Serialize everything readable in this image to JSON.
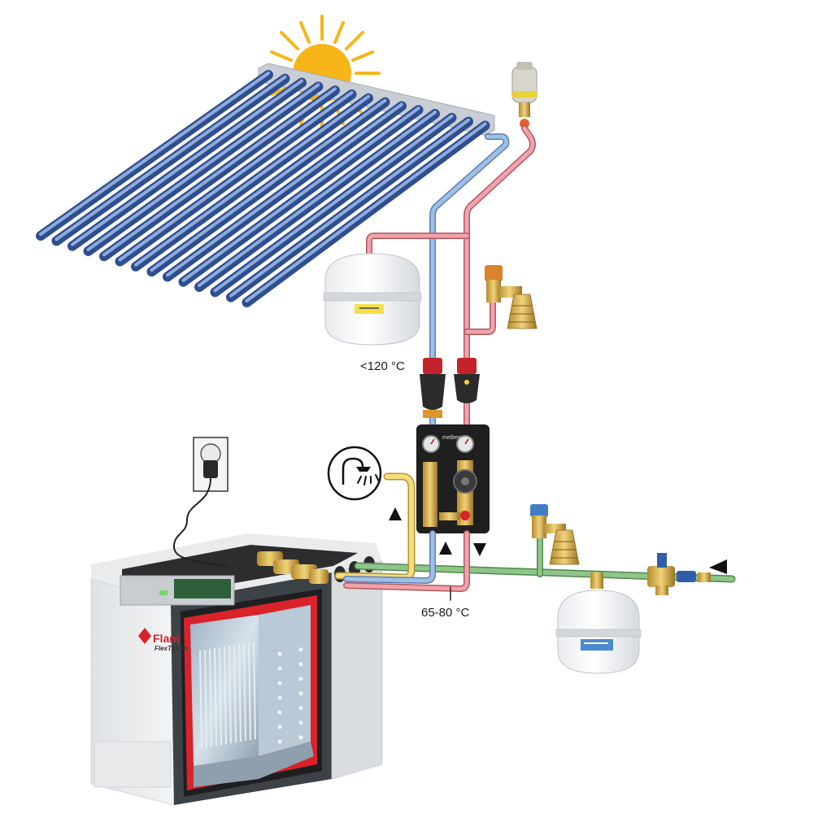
{
  "labels": {
    "collector_temp": "<120 °C",
    "storage_temp": "65-80 °C"
  },
  "brand": {
    "logo_text": "Flam",
    "product_text": "FlexTherm"
  },
  "station": {
    "brand_text": "meibes"
  },
  "colors": {
    "hot_pipe": "#e8898f",
    "cold_pipe": "#8fb0d8",
    "water_pipe": "#7fb07a",
    "dhw_pipe": "#f2d56b",
    "sun": "#f7b51a",
    "tank_lining": "#d8232a"
  },
  "flow_arrows": [
    "up",
    "up",
    "down",
    "left"
  ],
  "icons": [
    "sun-icon",
    "shower-icon",
    "power-socket-icon",
    "air-vent-icon",
    "safety-valve-icon",
    "mixing-valve-icon"
  ]
}
